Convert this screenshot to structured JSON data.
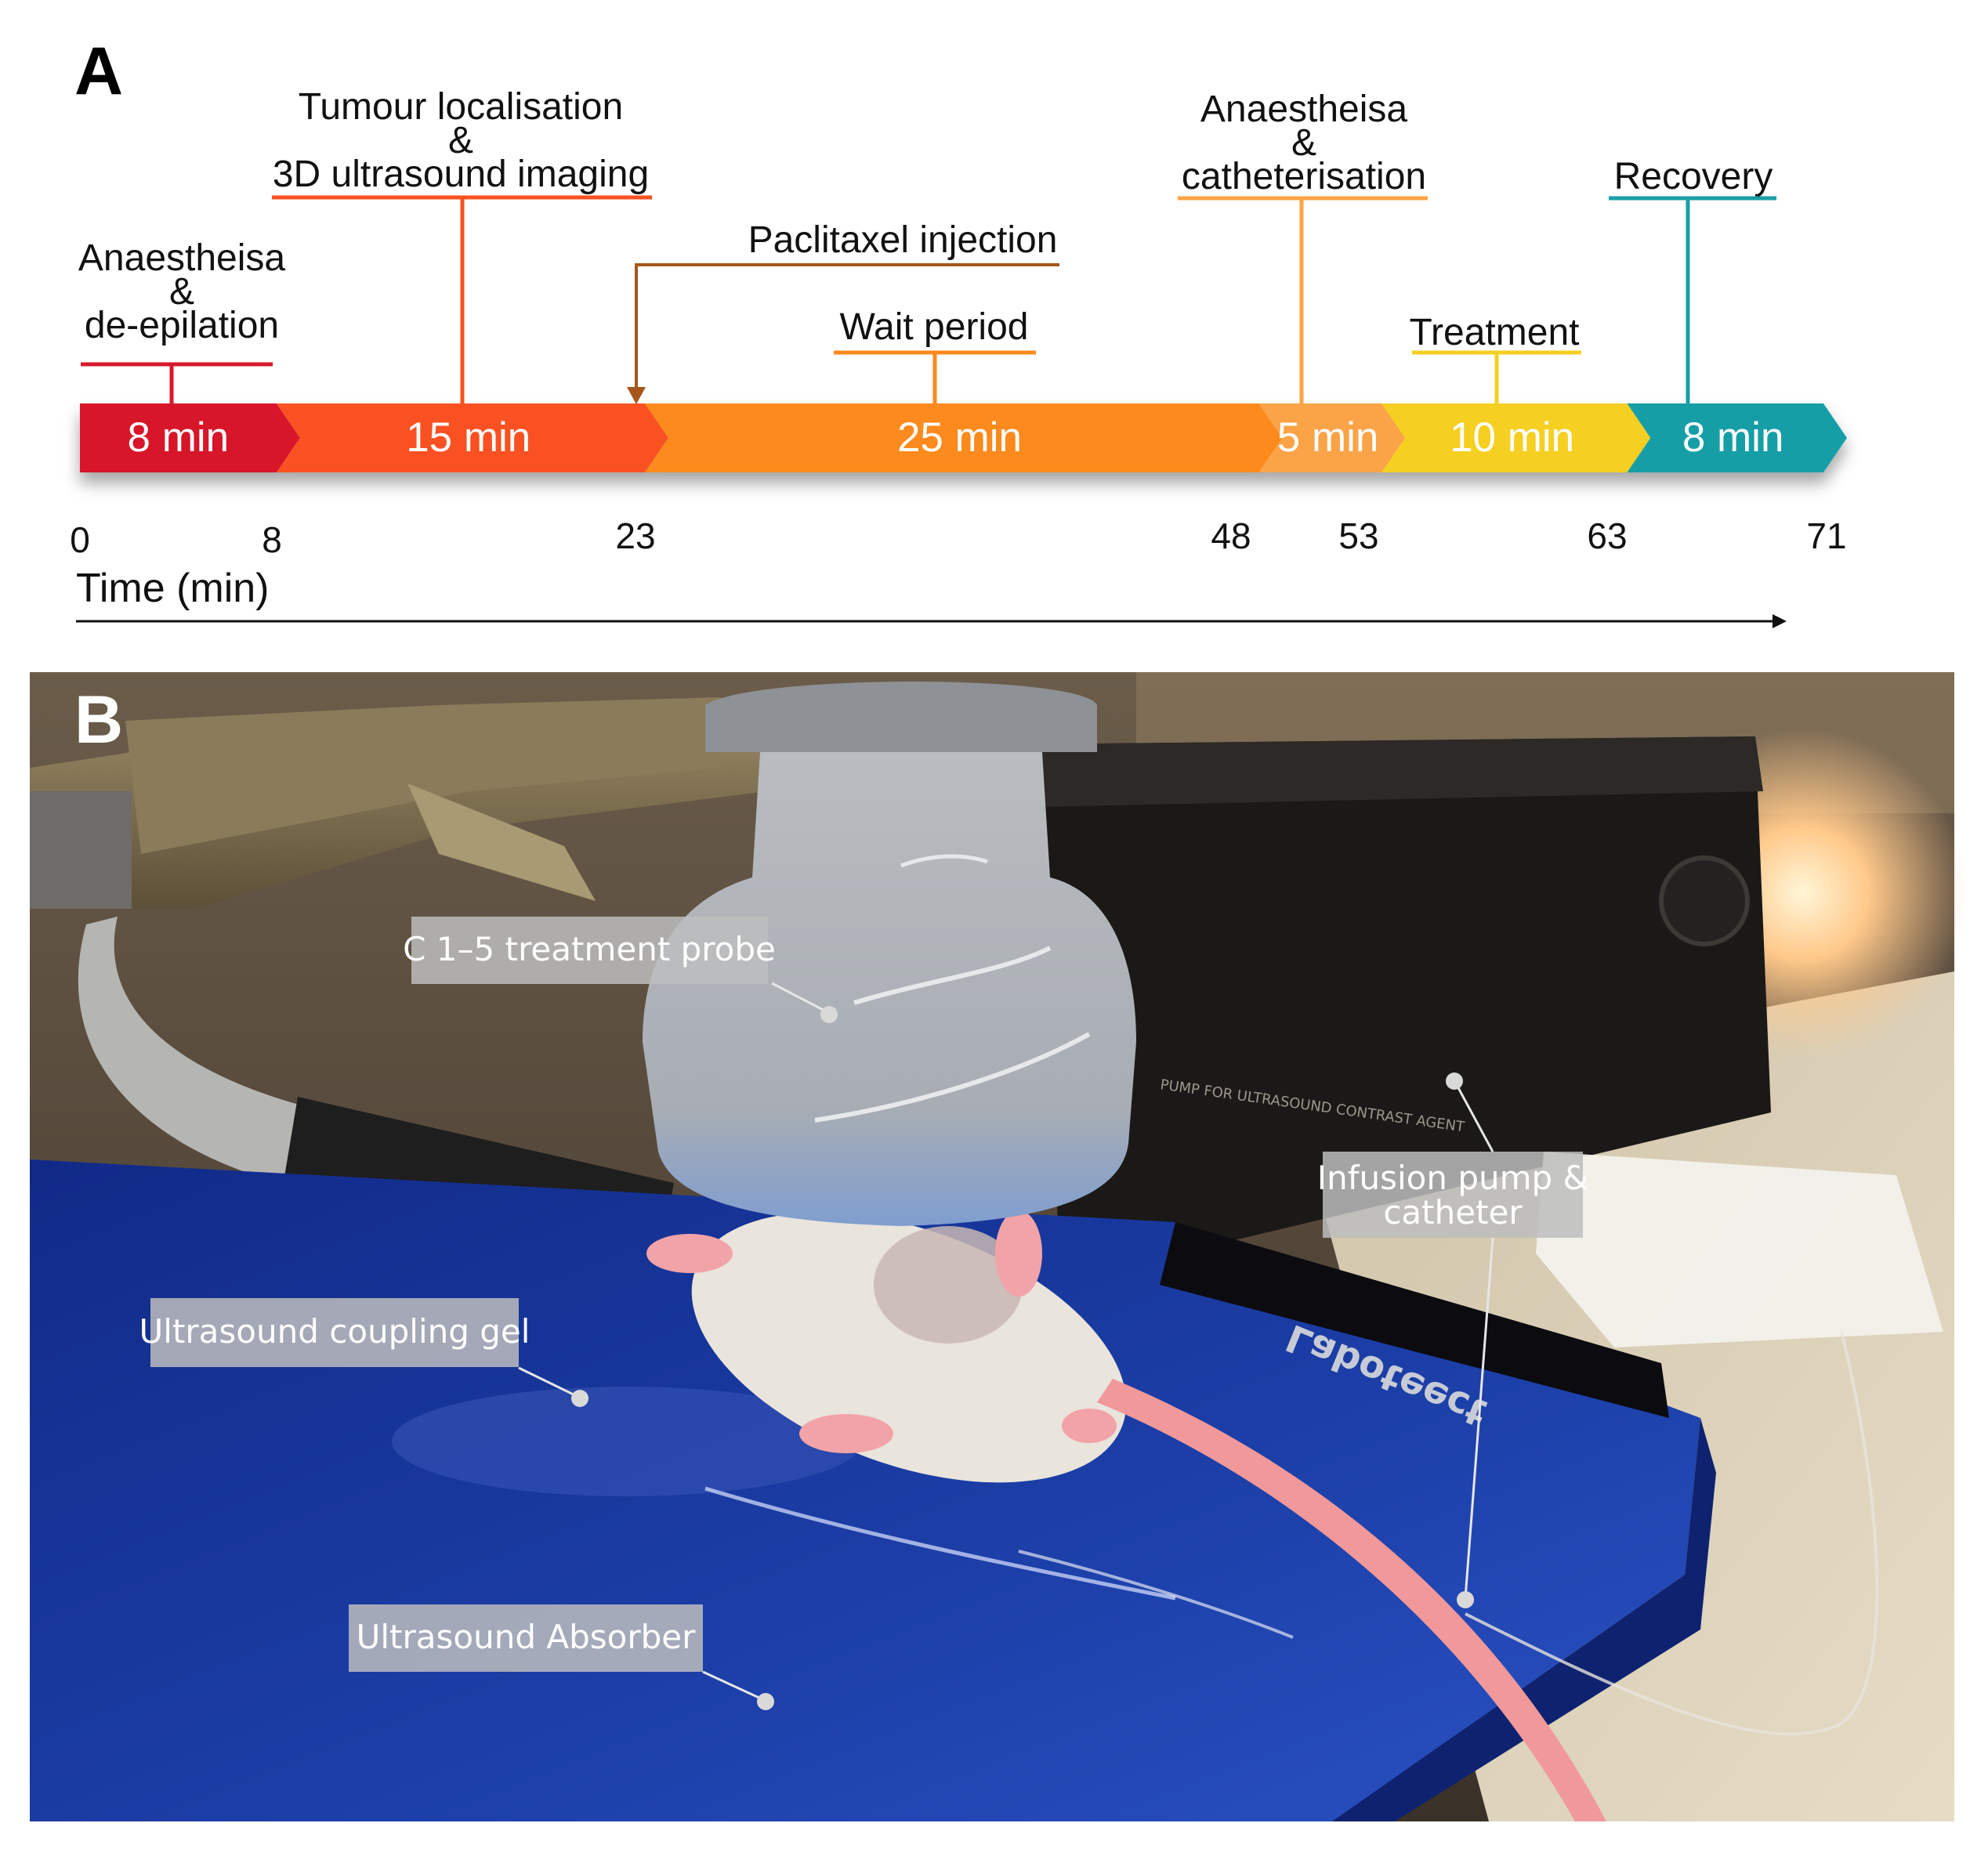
{
  "panel_a": {
    "letter": "A",
    "axis_title": "Time (min)",
    "ticks": [
      "0",
      "8",
      "23",
      "48",
      "53",
      "63",
      "71"
    ],
    "segments": [
      {
        "duration": "8 min",
        "color": "#d7192c"
      },
      {
        "duration": "15 min",
        "color": "#fa5121"
      },
      {
        "duration": "25 min",
        "color": "#fc8a1e"
      },
      {
        "duration": "5 min",
        "color": "#fba346"
      },
      {
        "duration": "10 min",
        "color": "#f5cf22"
      },
      {
        "duration": "8 min",
        "color": "#199ea7"
      }
    ],
    "labels": {
      "anaesthesia_1": [
        "Anaestheisa",
        "&",
        "de-epilation"
      ],
      "tumour": [
        "Tumour localisation",
        "&",
        "3D ultrasound imaging"
      ],
      "paclitaxel": "Paclitaxel injection",
      "wait": "Wait period",
      "anaesthesia_2": [
        "Anaestheisa",
        "&",
        "catheterisation"
      ],
      "treatment": "Treatment",
      "recovery": "Recovery"
    },
    "colors": {
      "anaesthesia_1": "#d7192c",
      "tumour": "#fa5121",
      "paclitaxel": "#a5561c",
      "wait": "#fc8a1e",
      "anaesthesia_2": "#fba346",
      "treatment": "#f5cf22",
      "recovery": "#199ea7"
    }
  },
  "panel_b": {
    "letter": "B",
    "callouts": {
      "probe": "C 1–5 treatment probe",
      "gel": "Ultrasound coupling gel",
      "absorber": "Ultrasound Absorber",
      "pump": [
        "Infusion pump &",
        "catheter"
      ]
    },
    "absorber_brand": "Laboteect"
  }
}
